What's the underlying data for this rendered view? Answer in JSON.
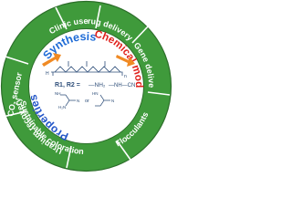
{
  "outer_ring": {
    "uranium": "Uranium recovery",
    "clinic": "Clinic use",
    "drug": "Drug delivery",
    "gene": "Gene delivery",
    "co2": "CO",
    "co2_sub": "2",
    "co2_rest": " sensor",
    "flocculants": "Flocculants",
    "coloration": "Sustainable coloration"
  },
  "inner": {
    "synthesis": "Synthesis",
    "properties": "Properties",
    "chemical_modification": "Chemical modification"
  },
  "center": {
    "chain_left": "H",
    "chain_right": "n",
    "r_label": "R1, R2 =",
    "nh2": "—NH₂",
    "nhcn": "—NH—CN",
    "or": "or",
    "nh": "NH",
    "h2n": "H₂N",
    "n": "N",
    "hn": "HN"
  },
  "colors": {
    "outer_green": "#3f9a3b",
    "inner_white": "#ffffff",
    "text_white": "#ffffff",
    "synthesis_blue": "#1e6bd6",
    "properties_blue": "#2255c8",
    "chem_mod_red": "#e0201b",
    "structure": "#2f4f7a",
    "arrow_orange": "#f08a24"
  }
}
